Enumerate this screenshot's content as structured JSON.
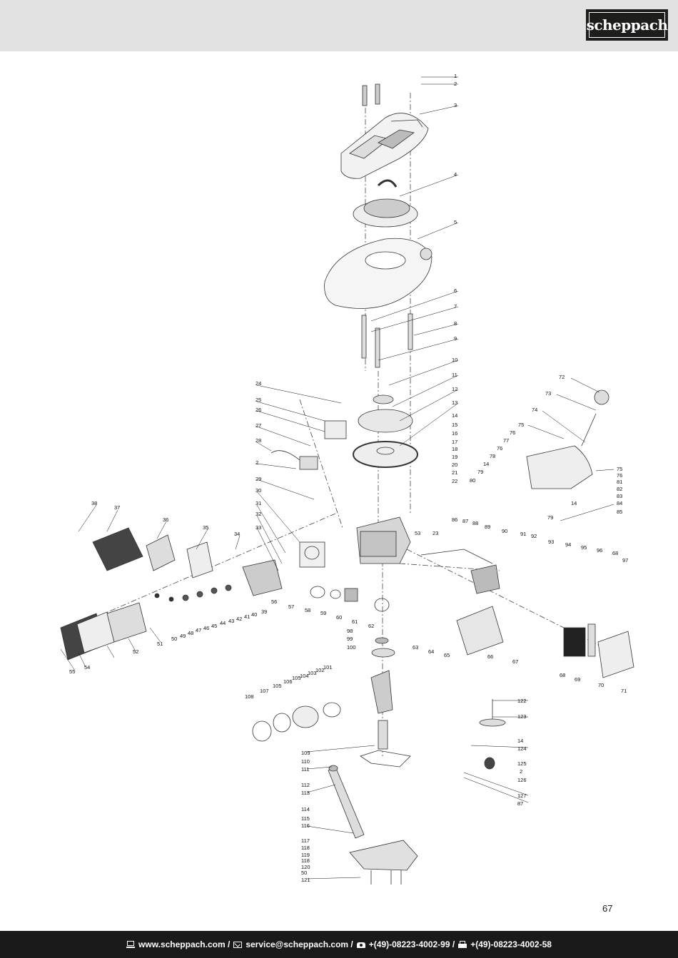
{
  "brand": {
    "logo_text": "scheppach"
  },
  "diagram": {
    "callouts": [
      {
        "id": "c1",
        "label": "1"
      },
      {
        "id": "c2",
        "label": "2"
      },
      {
        "id": "c3",
        "label": "3"
      },
      {
        "id": "c4",
        "label": "4"
      },
      {
        "id": "c5",
        "label": "5"
      },
      {
        "id": "c6",
        "label": "6"
      },
      {
        "id": "c7",
        "label": "7"
      },
      {
        "id": "c8",
        "label": "8"
      },
      {
        "id": "c9",
        "label": "9"
      },
      {
        "id": "c10",
        "label": "10"
      },
      {
        "id": "c11",
        "label": "11"
      },
      {
        "id": "c12",
        "label": "12"
      },
      {
        "id": "c13",
        "label": "13"
      },
      {
        "id": "c14",
        "label": "14"
      },
      {
        "id": "c15",
        "label": "15"
      },
      {
        "id": "c16",
        "label": "16"
      },
      {
        "id": "c17",
        "label": "17"
      },
      {
        "id": "c18",
        "label": "18"
      },
      {
        "id": "c19",
        "label": "19"
      },
      {
        "id": "c20",
        "label": "20"
      },
      {
        "id": "c21",
        "label": "21"
      },
      {
        "id": "c22",
        "label": "22"
      },
      {
        "id": "c23",
        "label": "23"
      },
      {
        "id": "c24",
        "label": "24"
      },
      {
        "id": "c25",
        "label": "25"
      },
      {
        "id": "c26",
        "label": "26"
      },
      {
        "id": "c27",
        "label": "27"
      },
      {
        "id": "c28",
        "label": "28"
      },
      {
        "id": "c2b",
        "label": "2"
      },
      {
        "id": "c29",
        "label": "29"
      },
      {
        "id": "c30",
        "label": "30"
      },
      {
        "id": "c31",
        "label": "31"
      },
      {
        "id": "c32",
        "label": "32"
      },
      {
        "id": "c33",
        "label": "33"
      },
      {
        "id": "c34",
        "label": "34"
      },
      {
        "id": "c35",
        "label": "35"
      },
      {
        "id": "c36",
        "label": "36"
      },
      {
        "id": "c37",
        "label": "37"
      },
      {
        "id": "c38",
        "label": "38"
      },
      {
        "id": "c39",
        "label": "39"
      },
      {
        "id": "c40",
        "label": "40"
      },
      {
        "id": "c41",
        "label": "41"
      },
      {
        "id": "c42",
        "label": "42"
      },
      {
        "id": "c43",
        "label": "43"
      },
      {
        "id": "c44",
        "label": "44"
      },
      {
        "id": "c45",
        "label": "45"
      },
      {
        "id": "c46",
        "label": "46"
      },
      {
        "id": "c47",
        "label": "47"
      },
      {
        "id": "c48",
        "label": "48"
      },
      {
        "id": "c49",
        "label": "49"
      },
      {
        "id": "c50",
        "label": "50"
      },
      {
        "id": "c51",
        "label": "51"
      },
      {
        "id": "c52",
        "label": "52"
      },
      {
        "id": "c53",
        "label": "53"
      },
      {
        "id": "c54",
        "label": "54"
      },
      {
        "id": "c55",
        "label": "55"
      },
      {
        "id": "c56",
        "label": "56"
      },
      {
        "id": "c57",
        "label": "57"
      },
      {
        "id": "c58",
        "label": "58"
      },
      {
        "id": "c59",
        "label": "59"
      },
      {
        "id": "c60",
        "label": "60"
      },
      {
        "id": "c61",
        "label": "61"
      },
      {
        "id": "c62",
        "label": "62"
      },
      {
        "id": "c63",
        "label": "63"
      },
      {
        "id": "c64",
        "label": "64"
      },
      {
        "id": "c65",
        "label": "65"
      },
      {
        "id": "c66",
        "label": "66"
      },
      {
        "id": "c67",
        "label": "67"
      },
      {
        "id": "c68",
        "label": "68"
      },
      {
        "id": "c68b",
        "label": "68"
      },
      {
        "id": "c69",
        "label": "69"
      },
      {
        "id": "c70",
        "label": "70"
      },
      {
        "id": "c71",
        "label": "71"
      },
      {
        "id": "c72",
        "label": "72"
      },
      {
        "id": "c73",
        "label": "73"
      },
      {
        "id": "c74",
        "label": "74"
      },
      {
        "id": "c75",
        "label": "75"
      },
      {
        "id": "c76",
        "label": "76"
      },
      {
        "id": "c77",
        "label": "77"
      },
      {
        "id": "c76b",
        "label": "76"
      },
      {
        "id": "c78",
        "label": "78"
      },
      {
        "id": "c14b",
        "label": "14"
      },
      {
        "id": "c79",
        "label": "79"
      },
      {
        "id": "c80",
        "label": "80"
      },
      {
        "id": "c75b",
        "label": "75"
      },
      {
        "id": "c76c",
        "label": "76"
      },
      {
        "id": "c81",
        "label": "81"
      },
      {
        "id": "c82",
        "label": "82"
      },
      {
        "id": "c83",
        "label": "83"
      },
      {
        "id": "c84",
        "label": "84"
      },
      {
        "id": "c85",
        "label": "85"
      },
      {
        "id": "c14c",
        "label": "14"
      },
      {
        "id": "c79b",
        "label": "79"
      },
      {
        "id": "c86",
        "label": "86"
      },
      {
        "id": "c87",
        "label": "87"
      },
      {
        "id": "c88",
        "label": "88"
      },
      {
        "id": "c89",
        "label": "89"
      },
      {
        "id": "c90",
        "label": "90"
      },
      {
        "id": "c91",
        "label": "91"
      },
      {
        "id": "c92",
        "label": "92"
      },
      {
        "id": "c93",
        "label": "93"
      },
      {
        "id": "c94",
        "label": "94"
      },
      {
        "id": "c95",
        "label": "95"
      },
      {
        "id": "c96",
        "label": "96"
      },
      {
        "id": "c97",
        "label": "97"
      },
      {
        "id": "c98",
        "label": "98"
      },
      {
        "id": "c99",
        "label": "99"
      },
      {
        "id": "c100",
        "label": "100"
      },
      {
        "id": "c101",
        "label": "101"
      },
      {
        "id": "c102",
        "label": "102"
      },
      {
        "id": "c103",
        "label": "103"
      },
      {
        "id": "c104",
        "label": "104"
      },
      {
        "id": "c105",
        "label": "105"
      },
      {
        "id": "c105b",
        "label": "105"
      },
      {
        "id": "c106",
        "label": "106"
      },
      {
        "id": "c107",
        "label": "107"
      },
      {
        "id": "c108",
        "label": "108"
      },
      {
        "id": "c109",
        "label": "109"
      },
      {
        "id": "c110",
        "label": "110"
      },
      {
        "id": "c111",
        "label": "111"
      },
      {
        "id": "c112",
        "label": "112"
      },
      {
        "id": "c113",
        "label": "113"
      },
      {
        "id": "c114",
        "label": "114"
      },
      {
        "id": "c115",
        "label": "115"
      },
      {
        "id": "c116",
        "label": "116"
      },
      {
        "id": "c117",
        "label": "117"
      },
      {
        "id": "c118",
        "label": "118"
      },
      {
        "id": "c119",
        "label": "119"
      },
      {
        "id": "c118b",
        "label": "118"
      },
      {
        "id": "c120",
        "label": "120"
      },
      {
        "id": "c50b",
        "label": "50"
      },
      {
        "id": "c121",
        "label": "121"
      },
      {
        "id": "c122",
        "label": "122"
      },
      {
        "id": "c123",
        "label": "123"
      },
      {
        "id": "c14d",
        "label": "14"
      },
      {
        "id": "c124",
        "label": "124"
      },
      {
        "id": "c125",
        "label": "125"
      },
      {
        "id": "c2c",
        "label": "2"
      },
      {
        "id": "c126",
        "label": "126"
      },
      {
        "id": "c127",
        "label": "127"
      },
      {
        "id": "c87b",
        "label": "87"
      }
    ]
  },
  "page_number": "67",
  "footer": {
    "website": "www.scheppach.com /",
    "email": "service@scheppach.com /",
    "phone": "+(49)-08223-4002-99 /",
    "fax": "+(49)-08223-4002-58"
  }
}
